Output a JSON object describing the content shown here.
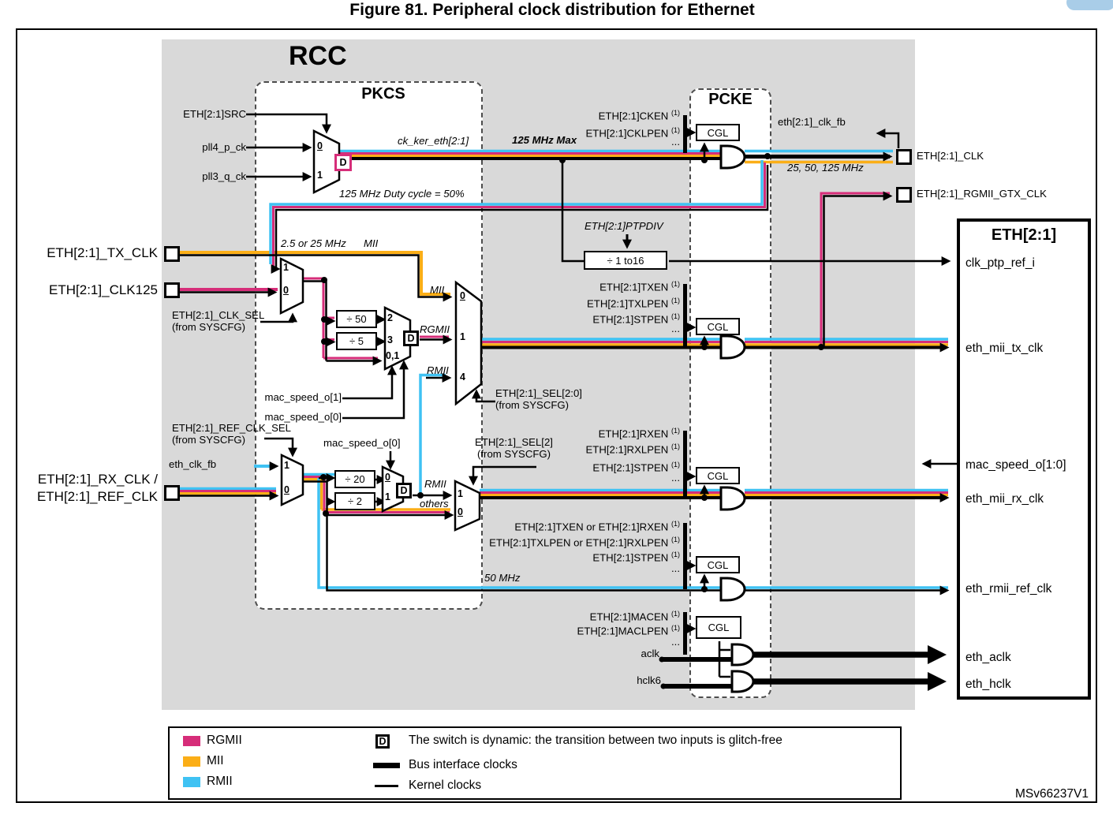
{
  "figure": {
    "title": "Figure 81. Peripheral clock distribution for Ethernet",
    "watermark": "MSv66237V1"
  },
  "regions": {
    "rcc": "RCC",
    "pkcs": "PKCS",
    "pcke": "PCKE"
  },
  "colors": {
    "rgmii": "#d62d79",
    "mii": "#fbae17",
    "rmii": "#3fc2f3",
    "background": "#d9d9d9"
  },
  "sup": "(1)",
  "io": {
    "src": "ETH[2:1]SRC",
    "pll4": "pll4_p_ck",
    "pll3": "pll3_q_ck",
    "tx_clk": "ETH[2:1]_TX_CLK",
    "clk125": "ETH[2:1]_CLK125",
    "rx_clk_1": "ETH[2:1]_RX_CLK /",
    "rx_clk_2": "ETH[2:1]_REF_CLK",
    "clk": "ETH[2:1]_CLK",
    "rgmii_gtx": "ETH[2:1]_RGMII_GTX_CLK",
    "clk_fb": "eth[2:1]_clk_fb",
    "eth_clk_fb": "eth_clk_fb",
    "aclk": "aclk",
    "hclk6": "hclk6"
  },
  "signals": {
    "ck_ker": "ck_ker_eth[2:1]",
    "max125": "125 MHz Max",
    "duty": "125 MHz Duty cycle = 50%",
    "mhz_25_50_125": "25, 50, 125 MHz",
    "mhz_2_5_25": "2.5 or 25 MHz",
    "mhz_50": "50 MHz",
    "mii": "MII",
    "rgmii": "RGMII",
    "rmii": "RMII",
    "others": "others",
    "ptpdiv": "ETH[2:1]PTPDIV"
  },
  "selects": {
    "clk_sel": "ETH[2:1]_CLK_SEL",
    "ref_clk_sel": "ETH[2:1]_REF_CLK_SEL",
    "sel_2_0": "ETH[2:1]_SEL[2:0]",
    "sel_2": "ETH[2:1]_SEL[2]",
    "from_syscfg": "(from SYSCFG)",
    "mac_speed_1": "mac_speed_o[1]",
    "mac_speed_0": "mac_speed_o[0]"
  },
  "enables": {
    "cgl": "CGL",
    "more": "...",
    "cken": "ETH[2:1]CKEN",
    "cklpen": "ETH[2:1]CKLPEN",
    "txen": "ETH[2:1]TXEN",
    "txlpen": "ETH[2:1]TXLPEN",
    "stpen": "ETH[2:1]STPEN",
    "rxen": "ETH[2:1]RXEN",
    "rxlpen": "ETH[2:1]RXLPEN",
    "txrxen": "ETH[2:1]TXEN or ETH[2:1]RXEN",
    "txrxlpen": "ETH[2:1]TXLPEN or ETH[2:1]RXLPEN",
    "macen": "ETH[2:1]MACEN",
    "maclpen": "ETH[2:1]MACLPEN"
  },
  "dividers": {
    "d50": "÷ 50",
    "d5": "÷ 5",
    "d20": "÷ 20",
    "d2": "÷ 2",
    "d1to16": "÷ 1 to16",
    "dyn": "D"
  },
  "mux": {
    "m1": [
      "0",
      "1"
    ],
    "m2": [
      "1",
      "0"
    ],
    "m3": [
      "2",
      "3",
      "0,1"
    ],
    "m4": [
      "0",
      "1",
      "4"
    ],
    "m5": [
      "1",
      "0"
    ],
    "m6": [
      "0",
      "1"
    ],
    "m7": [
      "1",
      "0"
    ]
  },
  "eth": {
    "title": "ETH[2:1]",
    "ports": {
      "ptp": "clk_ptp_ref_i",
      "tx": "eth_mii_tx_clk",
      "mac": "mac_speed_o[1:0]",
      "rx": "eth_mii_rx_clk",
      "rmii": "eth_rmii_ref_clk",
      "aclk": "eth_aclk",
      "hclk": "eth_hclk"
    }
  },
  "legend": {
    "rgmii": "RGMII",
    "mii": "MII",
    "rmii": "RMII",
    "d": "D",
    "d_text": "The switch is dynamic: the transition between two inputs is glitch-free",
    "bus": "Bus interface clocks",
    "kernel": "Kernel clocks"
  }
}
